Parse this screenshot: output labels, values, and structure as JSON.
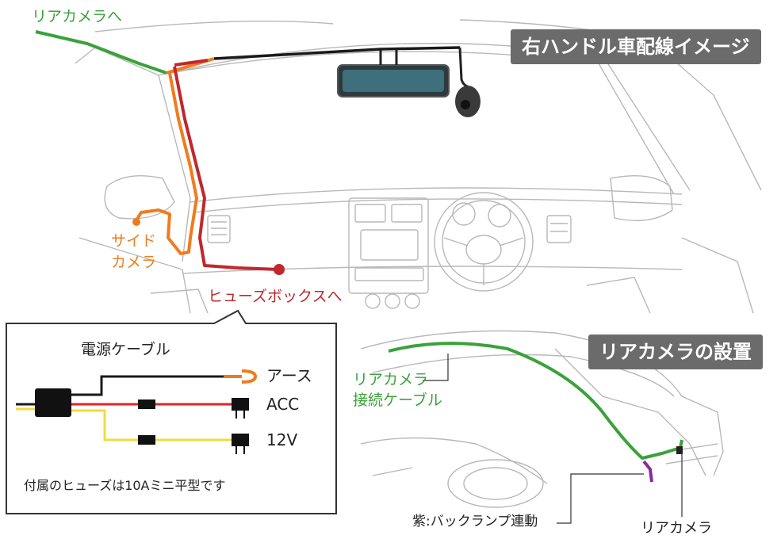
{
  "banners": {
    "rhd_wiring": "右ハンドル車配線イメージ",
    "rear_install": "リアカメラの設置"
  },
  "labels": {
    "to_rear_camera": "リアカメラへ",
    "side_camera_line1": "サイド",
    "side_camera_line2": "カメラ",
    "to_fuse_box": "ヒューズボックスへ",
    "rear_cable_line1": "リアカメラ",
    "rear_cable_line2": "接続ケーブル",
    "purple_backlamp": "紫:バックランプ連動",
    "rear_camera": "リアカメラ"
  },
  "power_cable": {
    "title": "電源ケーブル",
    "earth": "アース",
    "acc": "ACC",
    "v12": "12V",
    "note": "付属のヒューズは10Aミニ平型です"
  },
  "colors": {
    "green": "#3aa23a",
    "orange": "#ee7c1e",
    "red": "#c0282d",
    "black": "#1a1a1a",
    "yellow": "#f2dc3a",
    "purple": "#8a2a9a",
    "banner": "#6b6b6b"
  }
}
